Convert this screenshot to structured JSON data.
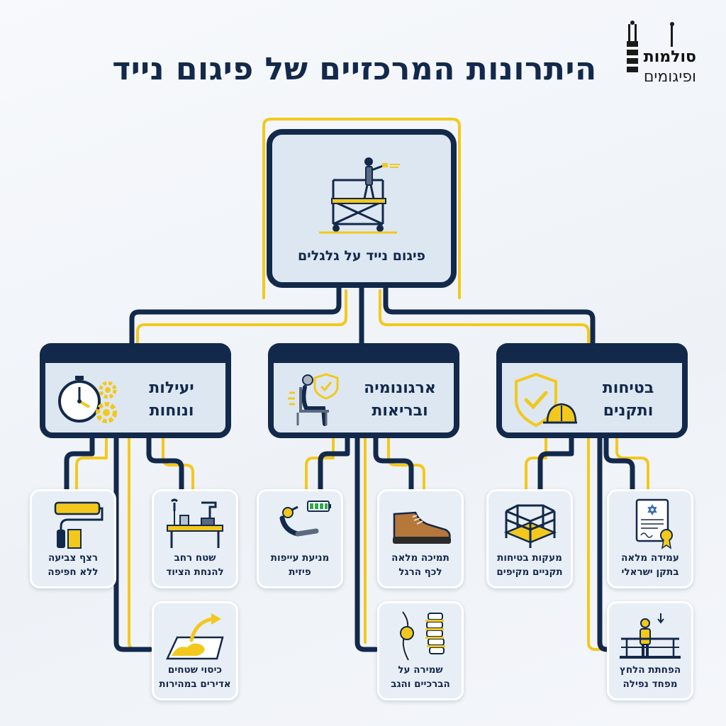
{
  "title": "היתרונות המרכזיים של פיגום נייד",
  "logo": {
    "line1": "סולמות",
    "line2": "ופיגומים"
  },
  "root": {
    "label": "פיגום נייד על גלגלים"
  },
  "categories": [
    {
      "line1": "בטיחות",
      "line2": "ותקנים",
      "icon": "shield-helmet-icon"
    },
    {
      "line1": "ארגונומיה",
      "line2": "ובריאות",
      "icon": "ergonomic-seat-icon"
    },
    {
      "line1": "יעילות",
      "line2": "ונוחות",
      "icon": "stopwatch-gears-icon"
    }
  ],
  "leaves": {
    "standard": {
      "line1": "עמידה מלאה",
      "line2": "בתקן ישראלי",
      "icon": "certificate-icon"
    },
    "pressure": {
      "line1": "הפחתת הלחץ",
      "line2": "מפחד נפילה",
      "icon": "person-railing-icon"
    },
    "guardrails": {
      "line1": "מעקות בטיחות",
      "line2": "תקניים מקיפים",
      "icon": "guardrail-platform-icon"
    },
    "foot": {
      "line1": "תמיכה מלאה",
      "line2": "לכף הרגל",
      "icon": "work-shoe-icon"
    },
    "knees": {
      "line1": "שמירה על",
      "line2": "הברכיים והגב",
      "icon": "knee-spine-icon"
    },
    "fatigue": {
      "line1": "מניעת עייפות",
      "line2": "פיזית",
      "icon": "resting-person-battery-icon"
    },
    "space": {
      "line1": "שטח רחב",
      "line2": "להנחת הציוד",
      "icon": "tool-table-icon"
    },
    "coverage": {
      "line1": "כיסוי שטחים",
      "line2": "אדירים במהירות",
      "icon": "area-arrow-icon"
    },
    "floor": {
      "line1": "רצף צביעה",
      "line2": "ללא חפיפה",
      "icon": "paint-roller-icon"
    }
  },
  "colors": {
    "navy": "#13294b",
    "yellow": "#f2c81c",
    "panel": "#dde7f1"
  }
}
